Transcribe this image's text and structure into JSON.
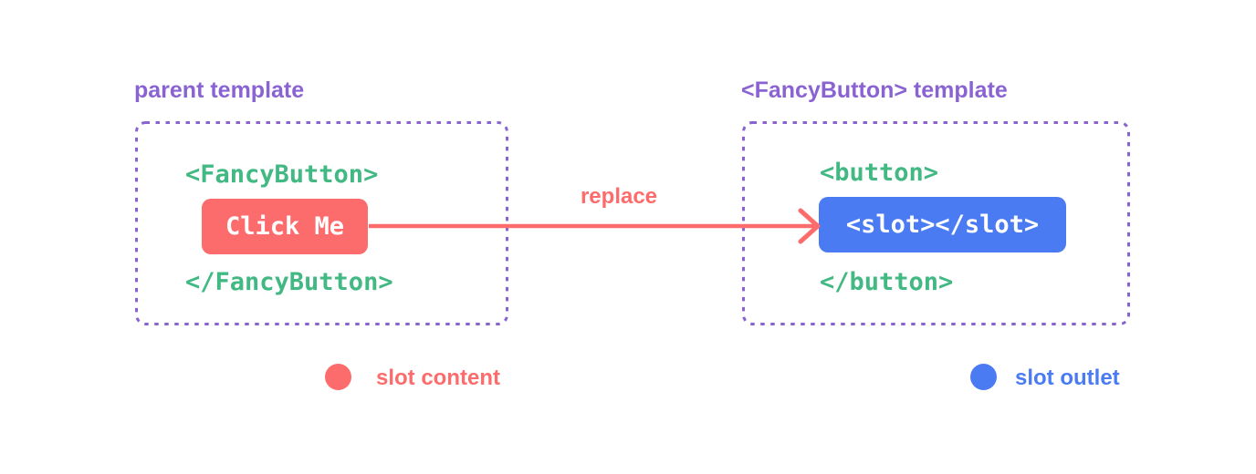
{
  "diagram": {
    "parent_panel": {
      "title": "parent template",
      "code_open": "<FancyButton>",
      "button_label": "Click Me",
      "code_close": "</FancyButton>"
    },
    "fancybutton_panel": {
      "title": "<FancyButton> template",
      "code_open": "<button>",
      "slot_code": "<slot></slot>",
      "code_close": "</button>"
    },
    "arrow": {
      "label": "replace"
    },
    "legend": [
      {
        "label": "slot content",
        "color": "#fc6c6c"
      },
      {
        "label": "slot outlet",
        "color": "#4a7bf2"
      }
    ],
    "colors": {
      "code_green": "#42b883",
      "outline_purple": "#8a63d2",
      "slot_content_red": "#fc6c6c",
      "slot_outlet_blue": "#4a7bf2",
      "background": "#ffffff"
    }
  }
}
